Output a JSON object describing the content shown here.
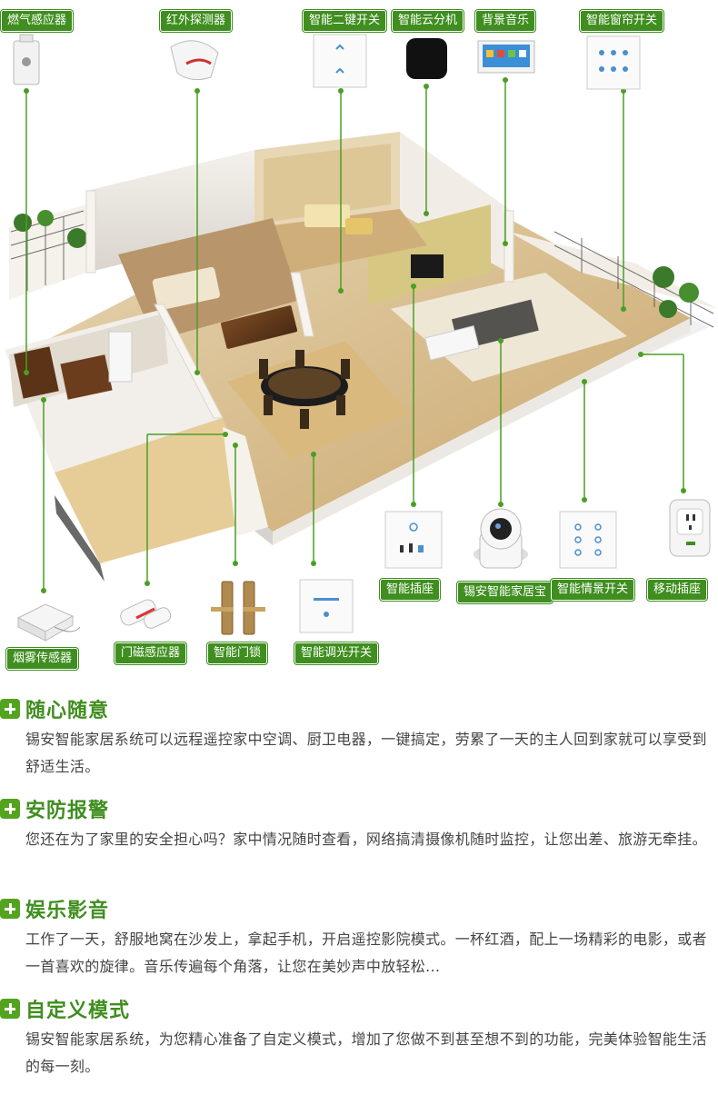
{
  "devices_top": [
    {
      "id": "gas",
      "label": "燃气感应器"
    },
    {
      "id": "ir",
      "label": "红外探测器"
    },
    {
      "id": "switch2",
      "label": "智能二键开关"
    },
    {
      "id": "cloud",
      "label": "智能云分机"
    },
    {
      "id": "music",
      "label": "背景音乐"
    },
    {
      "id": "curtain",
      "label": "智能窗帘开关"
    }
  ],
  "devices_mid": [
    {
      "id": "socket",
      "label": "智能插座"
    },
    {
      "id": "camera",
      "label": "锡安智能家居宝"
    },
    {
      "id": "scene",
      "label": "智能情景开关"
    },
    {
      "id": "mobile",
      "label": "移动插座"
    }
  ],
  "devices_bottom": [
    {
      "id": "smoke",
      "label": "烟雾传感器"
    },
    {
      "id": "door",
      "label": "门磁感应器"
    },
    {
      "id": "lock",
      "label": "智能门锁"
    },
    {
      "id": "dimmer",
      "label": "智能调光开关"
    }
  ],
  "sections": [
    {
      "title": "随心随意",
      "body": "锡安智能家居系统可以远程遥控家中空调、厨卫电器，一键搞定，劳累了一天的主人回到家就可以享受到舒适生活。"
    },
    {
      "title": "安防报警",
      "body": "您还在为了家里的安全担心吗？家中情况随时查看，网络搞清摄像机随时监控，让您出差、旅游无牵挂。"
    },
    {
      "title": "娱乐影音",
      "body": "工作了一天，舒服地窝在沙发上，拿起手机，开启遥控影院模式。一杯红酒，配上一场精彩的电影，或者一首喜欢的旋律。音乐传遍每个角落，让您在美妙声中放轻松..."
    },
    {
      "title": "自定义模式",
      "body": "锡安智能家居系统，为您精心准备了自定义模式，增加了您做不到甚至想不到的功能，完美体验智能生活的每一刻。"
    }
  ],
  "colors": {
    "brand_green": "#3f8e1f",
    "accent_green": "#53a31f"
  }
}
